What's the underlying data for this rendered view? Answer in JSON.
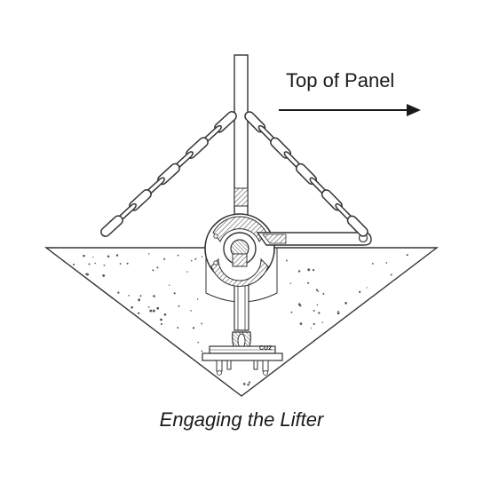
{
  "direction_label": "Top of Panel",
  "caption": "Engaging the Lifter",
  "anchor_marking": "CU2",
  "colors": {
    "line": "#333333",
    "hatch": "#555555",
    "background": "#ffffff"
  }
}
